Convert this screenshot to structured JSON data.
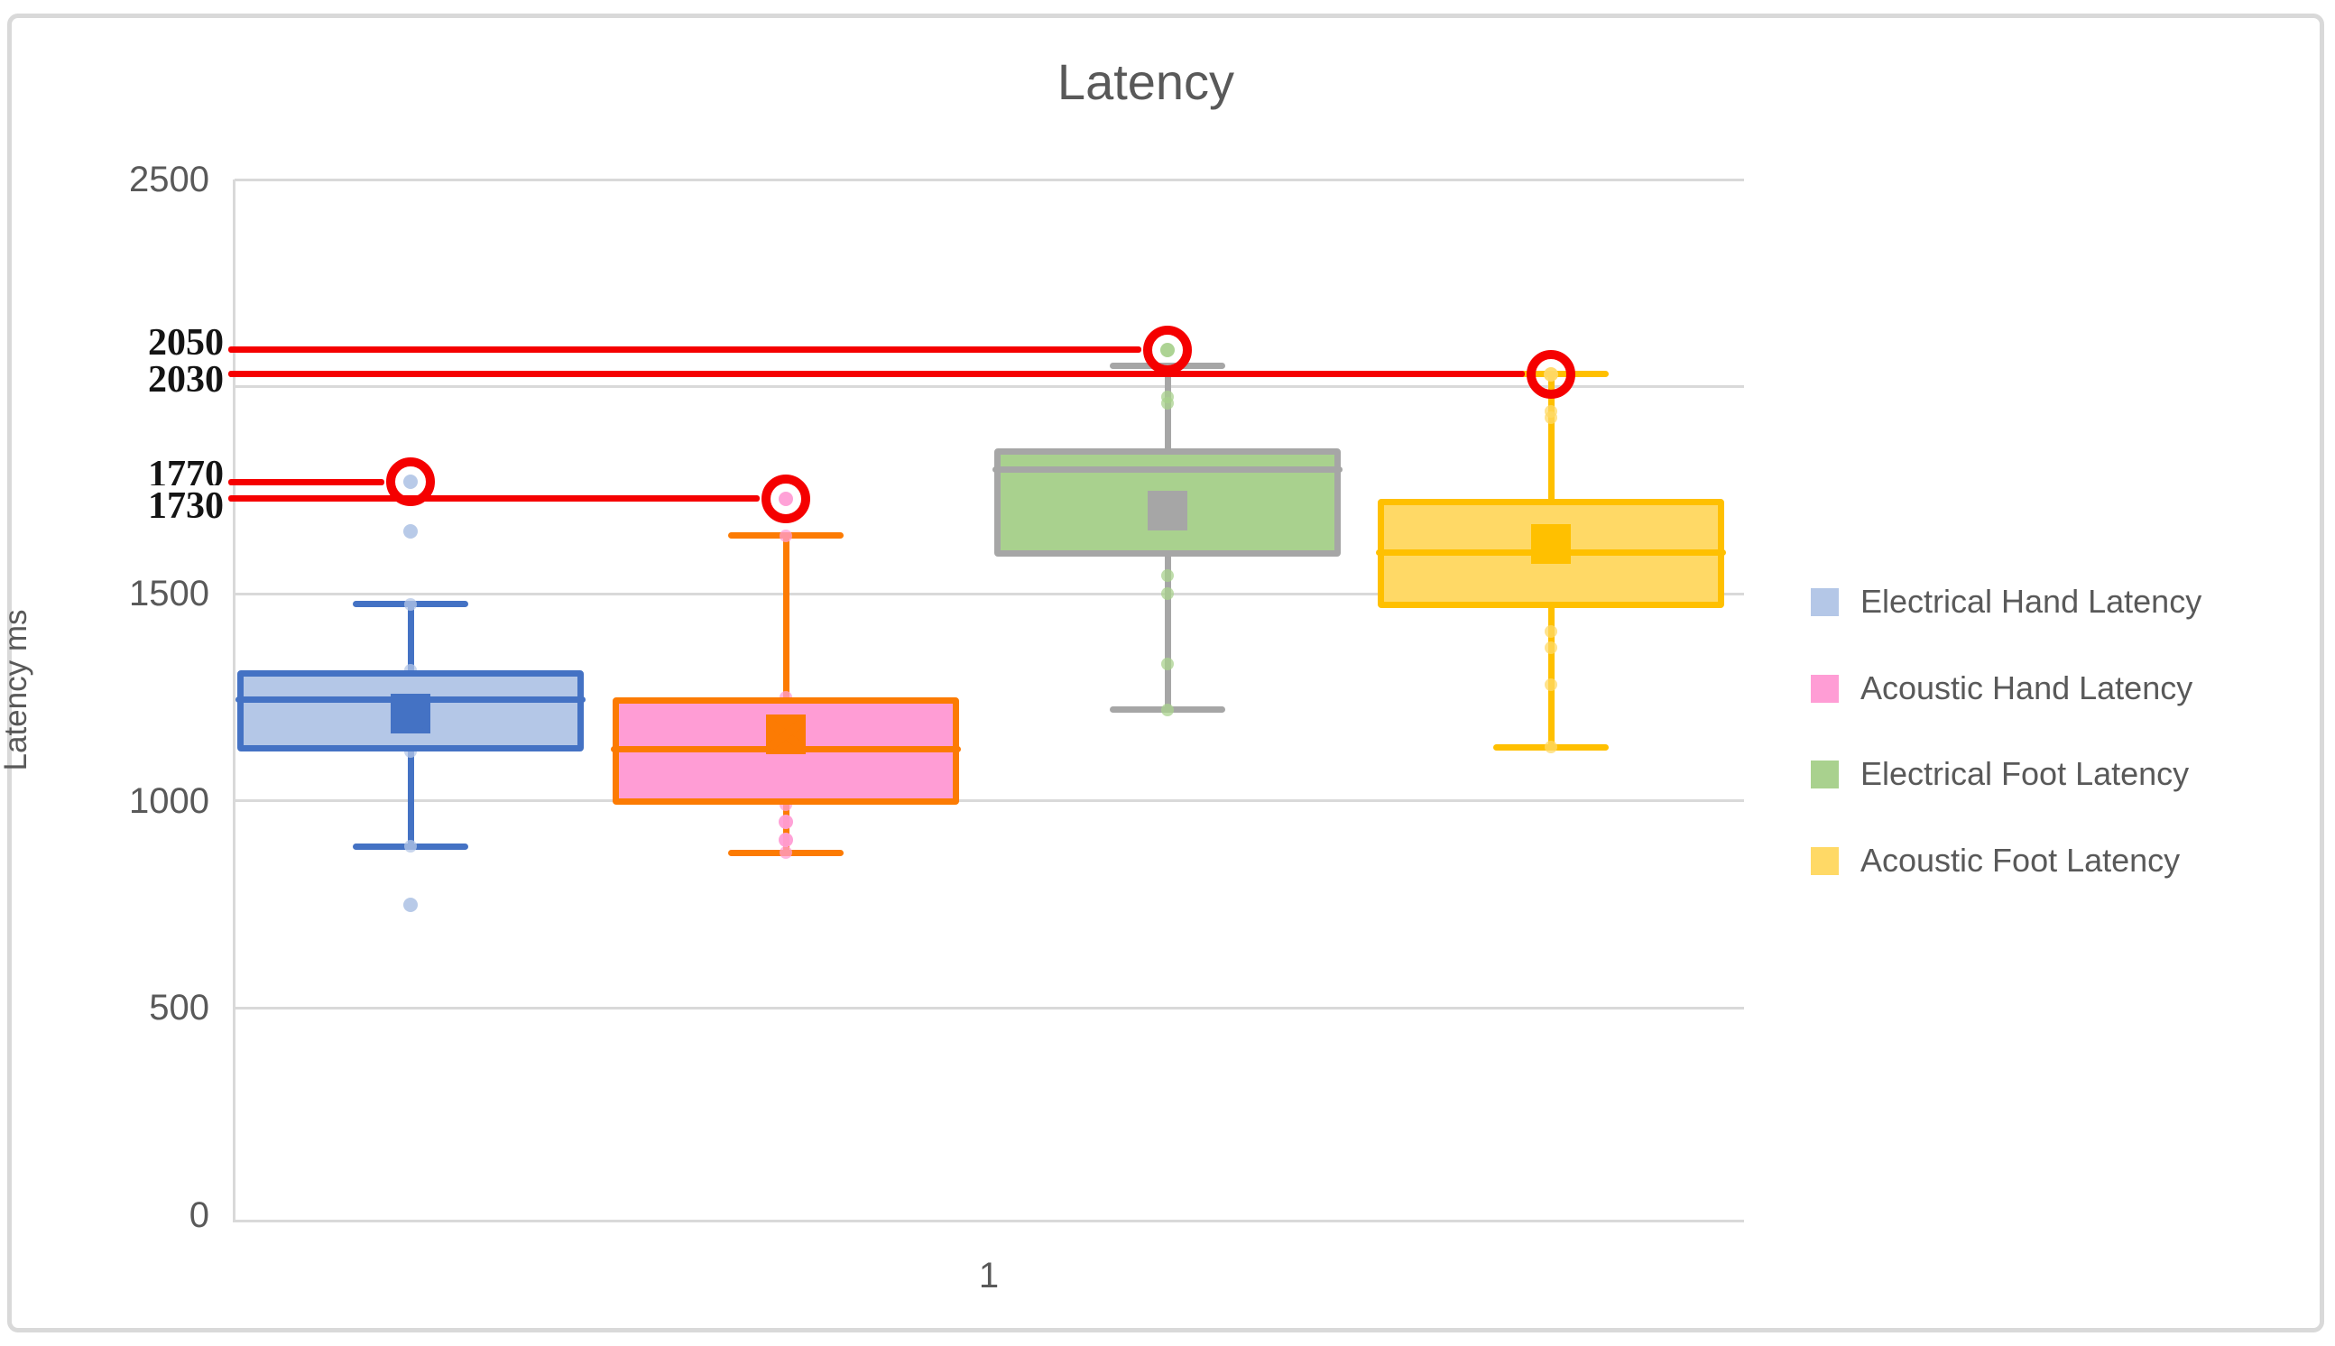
{
  "chart_data": {
    "type": "box",
    "title": "Latency",
    "ylabel": "Latency ms",
    "x_category": "1",
    "ylim": [
      0,
      2500
    ],
    "ytick_labels": [
      0,
      500,
      1000,
      1500,
      2500
    ],
    "gridline_values": [
      500,
      1000,
      1500,
      2000,
      2500
    ],
    "note": "2000 tick label is covered by the handwritten annotation labels",
    "grid": true,
    "legend_position": "right",
    "annotation_color": "#F50000",
    "series": [
      {
        "name": "Electrical Hand Latency",
        "fill": "#B4C7E7",
        "border": "#4472C4",
        "min": 890,
        "q1": 1120,
        "median": 1245,
        "mean": 1210,
        "q3": 1315,
        "max": 1475,
        "outliers": [
          1770,
          1650,
          750
        ],
        "raw_point_values": [
          1475,
          1315,
          1245,
          1120,
          890
        ],
        "annotated_outlier": 1770
      },
      {
        "name": "Acoustic Hand Latency",
        "fill": "#FF9DD5",
        "border": "#FC7B03",
        "min": 875,
        "q1": 990,
        "median": 1125,
        "mean": 1160,
        "q3": 1250,
        "max": 1640,
        "outliers": [
          1730,
          950,
          905
        ],
        "raw_point_values": [
          1640,
          1250,
          1125,
          990,
          875
        ],
        "annotated_outlier": 1730
      },
      {
        "name": "Electrical Foot Latency",
        "fill": "#A9D18E",
        "border": "#A6A6A6",
        "min": 1220,
        "q1": 1590,
        "median": 1800,
        "mean": 1700,
        "q3": 1850,
        "max": 2050,
        "outliers": [
          2050
        ],
        "raw_point_values": [
          1975,
          1960,
          1545,
          1500,
          1330,
          1220
        ],
        "annotated_outlier": 2050
      },
      {
        "name": "Acoustic Foot Latency",
        "fill": "#FFD966",
        "border": "#FFC000",
        "min": 1130,
        "q1": 1465,
        "median": 1600,
        "mean": 1620,
        "q3": 1730,
        "max": 2030,
        "outliers": [
          2030
        ],
        "raw_point_values": [
          1940,
          1925,
          1410,
          1370,
          1280,
          1130
        ],
        "annotated_outlier": 2030
      }
    ],
    "annotations": [
      {
        "label": "2050",
        "series_index": 2,
        "value": 2050
      },
      {
        "label": "2030",
        "series_index": 3,
        "value": 2030
      },
      {
        "label": "1770",
        "series_index": 0,
        "value": 1770
      },
      {
        "label": "1730",
        "series_index": 1,
        "value": 1730
      }
    ]
  }
}
